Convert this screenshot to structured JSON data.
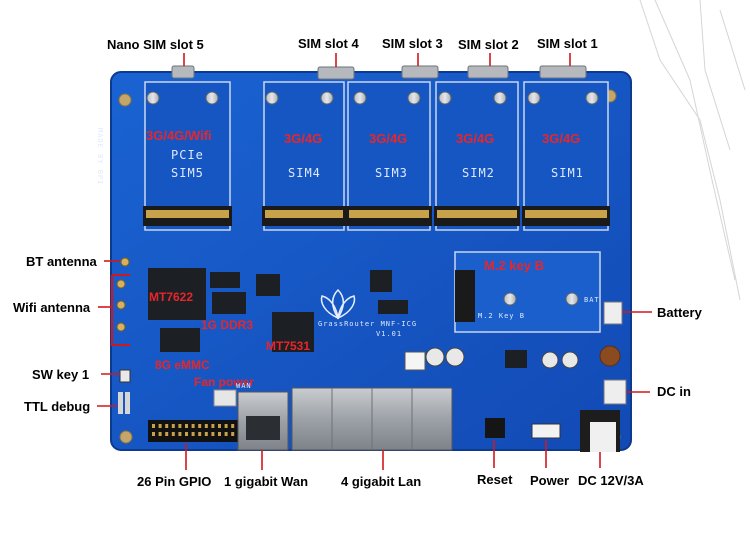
{
  "colors": {
    "board": "#1657c4",
    "board_dark": "#0f3f9c",
    "annotation": "#e8262a",
    "pointer": "#d0181c",
    "silkscreen": "#dfe9ff"
  },
  "callouts": {
    "nano_sim5": "Nano SIM slot 5",
    "sim4": "SIM slot 4",
    "sim3": "SIM slot 3",
    "sim2": "SIM slot 2",
    "sim1": "SIM slot  1",
    "bt_antenna": "BT antenna",
    "wifi_antenna": "Wifi antenna",
    "sw_key": "SW key 1",
    "ttl_debug": "TTL debug",
    "battery": "Battery",
    "dc_in": "DC in",
    "gpio": "26 Pin GPIO",
    "wan": "1 gigabit Wan",
    "lan": "4 gigabit Lan",
    "reset": "Reset",
    "power": "Power",
    "dc_spec": "DC 12V/3A"
  },
  "board_labels": {
    "slot5_type": "3G/4G/Wifi",
    "slot4_type": "3G/4G",
    "slot3_type": "3G/4G",
    "slot2_type": "3G/4G",
    "slot1_type": "3G/4G",
    "m2": "M.2 key B",
    "mt7622": "MT7622",
    "ddr3": "1G DDR3",
    "mt7531": "MT7531",
    "emmc": "8G eMMC",
    "fan_power": "Fan power"
  },
  "silkscreen": {
    "pcie": "PCIe",
    "sim5": "SIM5",
    "sim4": "SIM4",
    "sim3": "SIM3",
    "sim2": "SIM2",
    "sim1": "SIM1",
    "grassrouter": "GrassRouter  MNF-ICG",
    "version": "V1.01",
    "m2_key_b": "M.2 Key B",
    "bat": "BAT",
    "made_by": "MADE BY BPI",
    "wan_small": "WAN"
  }
}
